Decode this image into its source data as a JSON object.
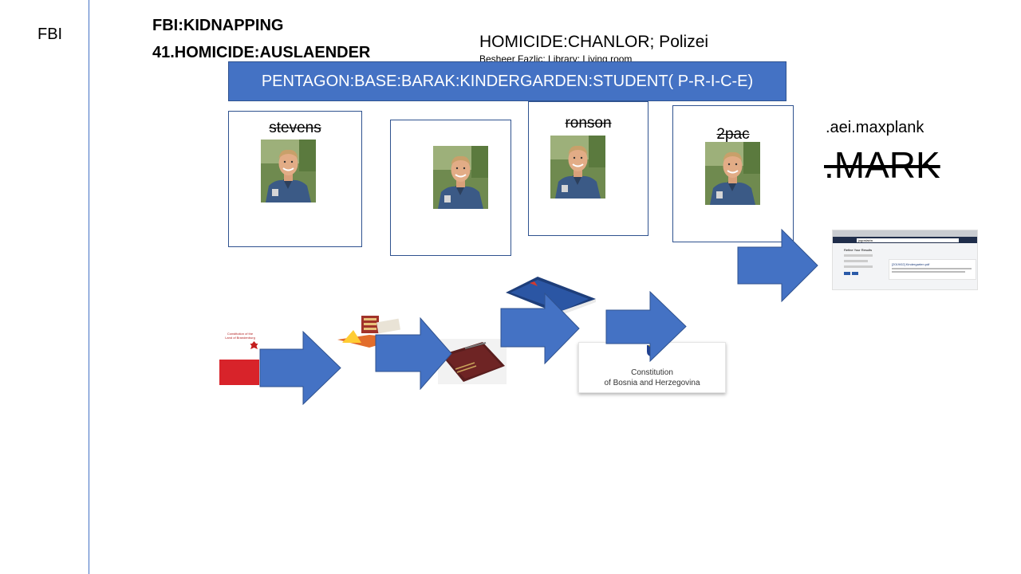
{
  "side_label": "FBI",
  "header_lines": [
    "FBI:KIDNAPPING",
    "41.HOMICIDE:AUSLAENDER"
  ],
  "homicide": {
    "title": "HOMICIDE:CHANLOR; Polizei",
    "subtitle": "Besheer Fazlic; Library; Living room"
  },
  "banner": "PENTAGON:BASE:BARAK:KINDERGARDEN:STUDENT( P-R-I-C-E)",
  "cards": [
    {
      "name": "stevens"
    },
    {
      "name": ""
    },
    {
      "name": "ronson"
    },
    {
      "name": "2pac"
    }
  ],
  "aei": ".aei.maxplank",
  "mark": ".MARK",
  "documents": {
    "brandenburg": "Constitution of the Land of Brandenburg",
    "bosnia_line1": "Constitution",
    "bosnia_line2": "of Bosnia and Herzegovina"
  },
  "search_screenshot": {
    "query": "jugoslavia",
    "sidebar_title": "Refine Your Results",
    "result_title": "[2019/02] Kindergarten.pdf"
  },
  "colors": {
    "accent": "#4472c4",
    "accent_border": "#2f528f"
  }
}
